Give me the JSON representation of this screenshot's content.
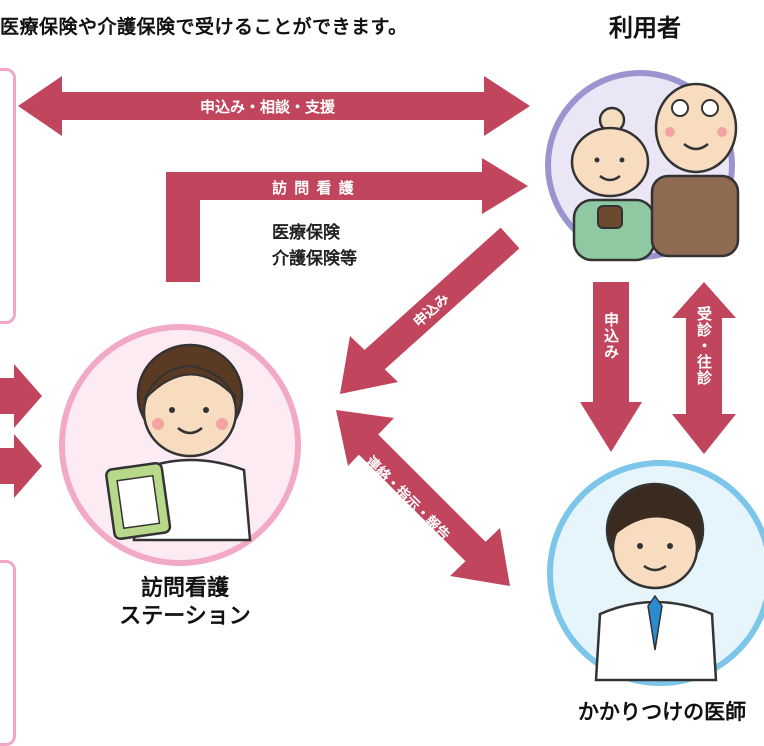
{
  "heading": "医療保険や介護保険で受けることができます。",
  "nodes": {
    "user": {
      "title": "利用者"
    },
    "station": {
      "title_line1": "訪問看護",
      "title_line2": "ステーション"
    },
    "doctor": {
      "title": "かかりつけの医師"
    }
  },
  "arrows": {
    "top": "申込み・相談・支援",
    "visit": "訪 問 看 護",
    "diagonal_apply": "申込み",
    "contact": "連絡・指示・報告",
    "down_apply": "申込み",
    "up_consult": "受診・往診"
  },
  "insurance": {
    "line1": "医療保険",
    "line2": "介護保険等"
  },
  "colors": {
    "arrow": "#c0455d",
    "user_ring": "#9b94cf",
    "station_ring": "#f1a9c6",
    "doctor_ring": "#7cc6ea"
  }
}
